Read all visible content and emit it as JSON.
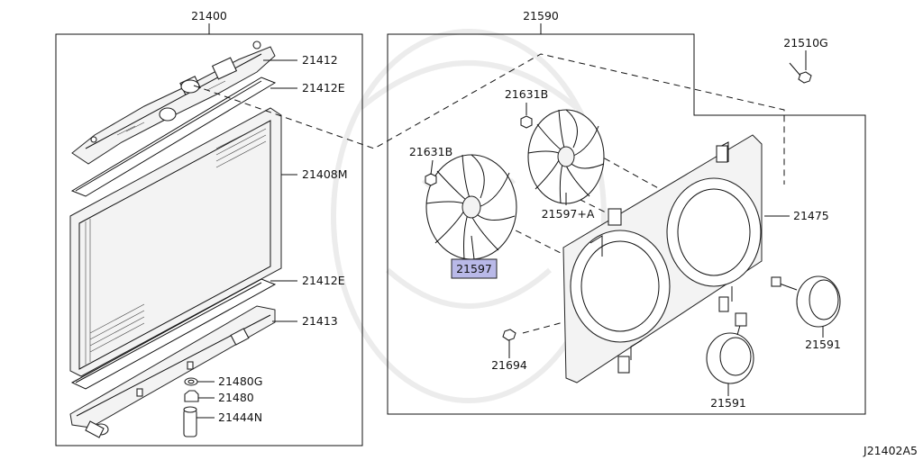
{
  "diagram_id": "J21402A5",
  "highlight_color": "#b9b9e8",
  "groups": {
    "radiator_assembly": "21400",
    "fan_motor_shroud_assembly": "21590"
  },
  "callouts": {
    "upper_tank": "21412",
    "upper_gasket": "21412E",
    "core": "21408M",
    "lower_gasket": "21412E",
    "lower_tank": "21413",
    "drain_plug_seal": "21480G",
    "drain_plug": "21480",
    "hose_fitting": "21444N",
    "fan_nut_left": "21631B",
    "fan_nut_right": "21631B",
    "fan_left": "21597",
    "fan_right": "21597+A",
    "shroud": "21475",
    "shroud_bolt": "21510G",
    "clip_nut": "21694",
    "motor_right": "21591",
    "motor_left": "21591"
  }
}
